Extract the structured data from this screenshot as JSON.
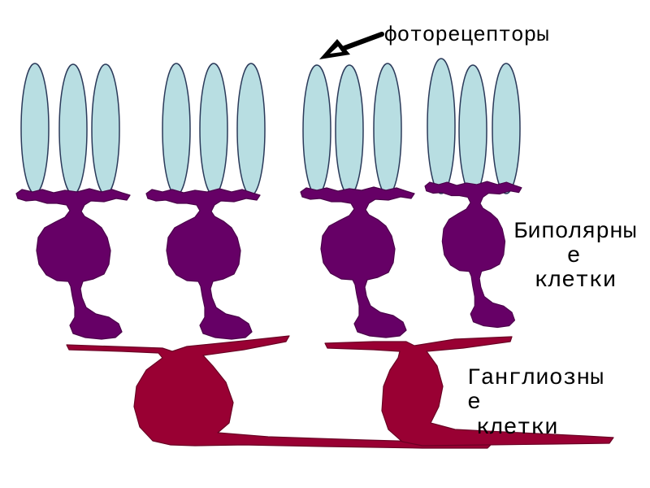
{
  "labels": {
    "photoreceptors": "фоторецепторы",
    "bipolar": [
      "Биполярны",
      "е",
      "клетки"
    ],
    "ganglion": [
      "Ганглиозны",
      "е",
      "клетки"
    ]
  },
  "colors": {
    "photoreceptor": "#b8dee2",
    "bipolar": "#660066",
    "ganglion": "#990033",
    "arrow": "#000000",
    "background": "#ffffff"
  },
  "icons": {
    "pointer": "arrow-pointer-icon"
  }
}
